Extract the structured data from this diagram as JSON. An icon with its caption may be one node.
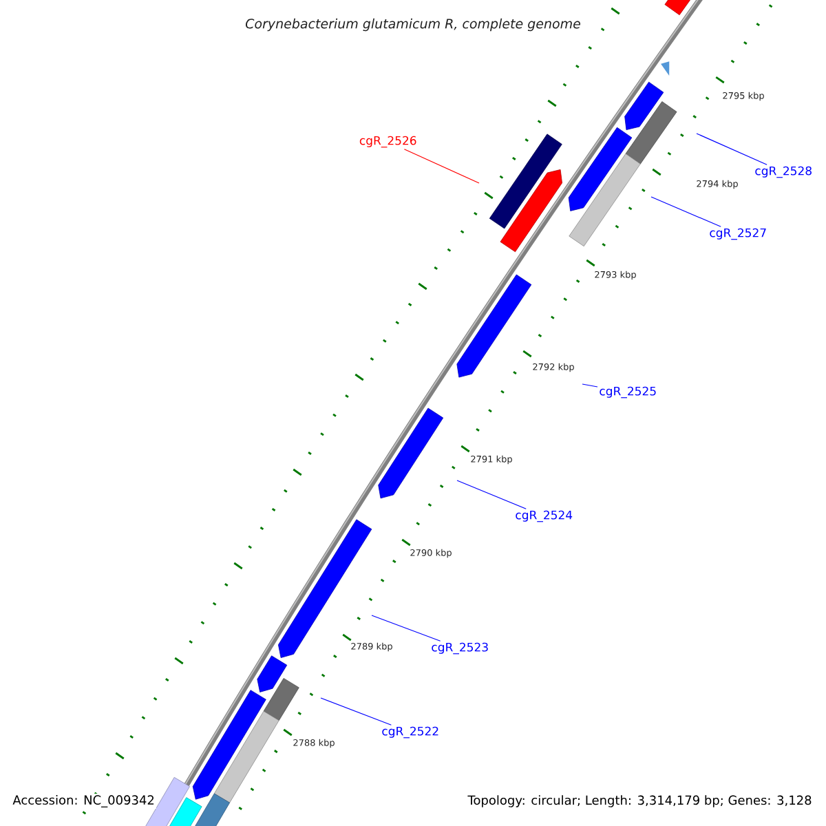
{
  "diagram": {
    "title": "Corynebacterium glutamicum R, complete genome",
    "nodes": [
      {
        "text": [
          "cgR_2526"
        ]
      },
      {
        "text": [
          "cgR_2528"
        ]
      },
      {
        "text": [
          "cgR_2527"
        ]
      },
      {
        "text": [
          "cgR_2525"
        ]
      },
      {
        "text": [
          "cgR_2524"
        ]
      },
      {
        "text": [
          "cgR_2523"
        ]
      },
      {
        "text": [
          "cgR_2522"
        ]
      }
    ],
    "edges": [
      {
        "from": 0,
        "to": null,
        "arrow": "none",
        "color": "#ff0000"
      },
      {
        "from": 1,
        "to": null,
        "arrow": "none"
      },
      {
        "from": 2,
        "to": null,
        "arrow": "none"
      },
      {
        "from": 3,
        "to": null,
        "arrow": "none"
      },
      {
        "from": 4,
        "to": null,
        "arrow": "none"
      },
      {
        "from": 5,
        "to": null,
        "arrow": "none"
      },
      {
        "from": 6,
        "to": null,
        "arrow": "none"
      }
    ],
    "labels": [
      "2795 kbp",
      "2794 kbp",
      "2793 kbp",
      "2792 kbp",
      "2791 kbp",
      "2790 kbp",
      "2789 kbp",
      "2788 kbp",
      "Accession: NC_009342",
      "Topology: circular; Length: 3,314,179 bp; Genes: 3,128"
    ]
  }
}
